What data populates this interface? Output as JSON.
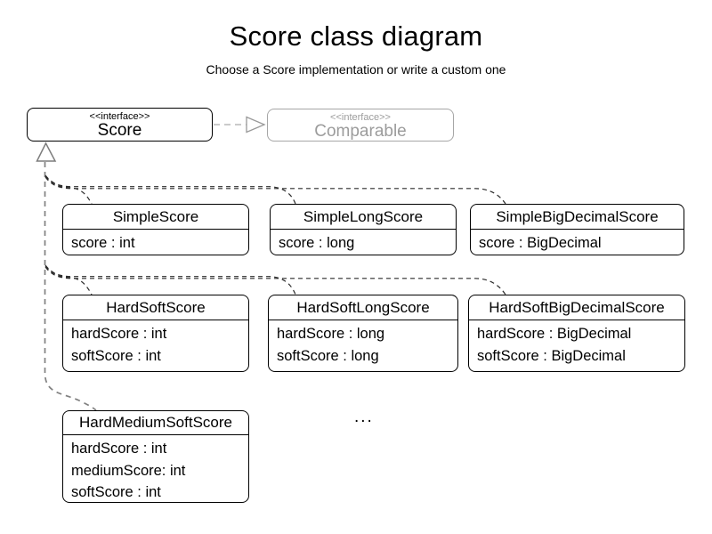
{
  "header": {
    "title": "Score class diagram",
    "subtitle": "Choose a Score implementation or write a custom one"
  },
  "interfaces": {
    "score": {
      "stereotype": "<<interface>>",
      "name": "Score"
    },
    "comparable": {
      "stereotype": "<<interface>>",
      "name": "Comparable"
    }
  },
  "classes": [
    {
      "id": "simple-score",
      "name": "SimpleScore",
      "attributes": [
        "score : int"
      ]
    },
    {
      "id": "simple-long-score",
      "name": "SimpleLongScore",
      "attributes": [
        "score : long"
      ]
    },
    {
      "id": "simple-big-decimal-score",
      "name": "SimpleBigDecimalScore",
      "attributes": [
        "score : BigDecimal"
      ]
    },
    {
      "id": "hard-soft-score",
      "name": "HardSoftScore",
      "attributes": [
        "hardScore : int",
        "softScore : int"
      ]
    },
    {
      "id": "hard-soft-long-score",
      "name": "HardSoftLongScore",
      "attributes": [
        "hardScore : long",
        "softScore : long"
      ]
    },
    {
      "id": "hard-soft-big-decimal-score",
      "name": "HardSoftBigDecimalScore",
      "attributes": [
        "hardScore : BigDecimal",
        "softScore : BigDecimal"
      ]
    },
    {
      "id": "hard-medium-soft-score",
      "name": "HardMediumSoftScore",
      "attributes": [
        "hardScore : int",
        "mediumScore: int",
        "softScore : int"
      ]
    }
  ],
  "ellipsis": "...",
  "colors": {
    "box_border": "#000000",
    "text": "#000000",
    "muted_interface": "#9c9c9c",
    "muted_border": "#a6a6a6",
    "trunk_line": "#808080",
    "edge_line": "#2b2b2b",
    "realization_line": "#b8b8b8",
    "arrowhead_outline": "#8c8c8c"
  }
}
